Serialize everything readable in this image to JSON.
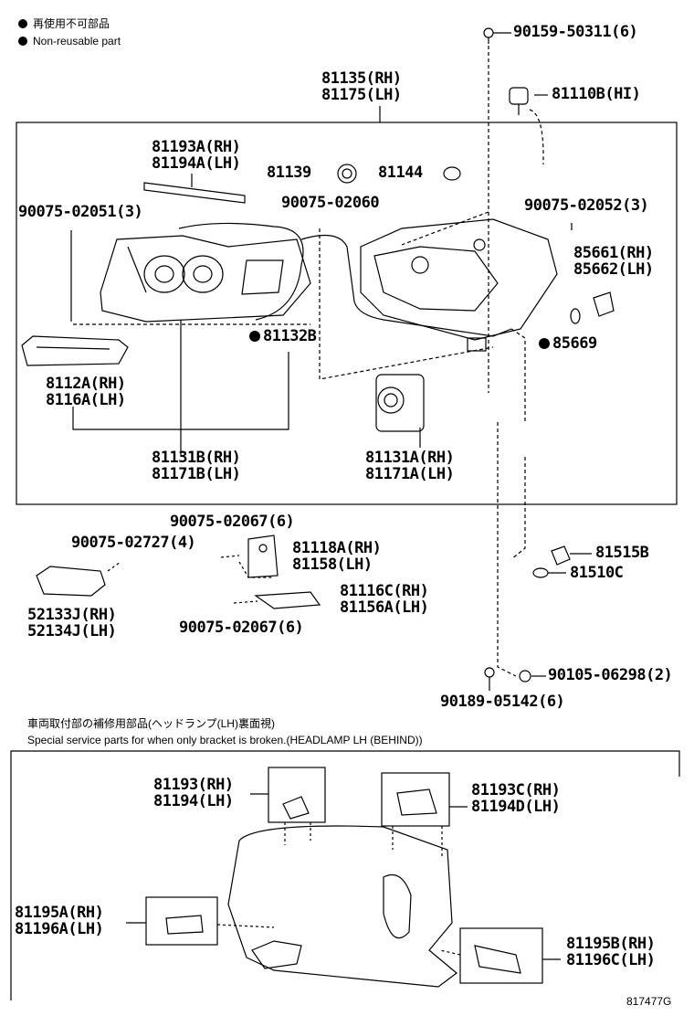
{
  "legend": {
    "ja": "再使用不可部品",
    "en": "Non-reusable part"
  },
  "parts": {
    "p90159": "90159-50311(6)",
    "p81110B": "81110B(HI)",
    "p81135": "81135(RH)",
    "p81175": "81175(LH)",
    "p81193A": "81193A(RH)",
    "p81194A": "81194A(LH)",
    "p81139": "81139",
    "p81144": "81144",
    "p90075_02060": "90075-02060",
    "p90075_02051": "90075-02051(3)",
    "p90075_02052": "90075-02052(3)",
    "p85661": "85661(RH)",
    "p85662": "85662(LH)",
    "p81132B": "81132B",
    "p85669": "85669",
    "p8112A": "8112A(RH)",
    "p8116A": "8116A(LH)",
    "p81131B": "81131B(RH)",
    "p81171B": "81171B(LH)",
    "p81131A": "81131A(RH)",
    "p81171A": "81171A(LH)",
    "p90075_02067a": "90075-02067(6)",
    "p90075_02727": "90075-02727(4)",
    "p81118A": "81118A(RH)",
    "p81158": "81158(LH)",
    "p81515B": "81515B",
    "p81510C": "81510C",
    "p81116C": "81116C(RH)",
    "p81156A": "81156A(LH)",
    "p52133J": "52133J(RH)",
    "p52134J": "52134J(LH)",
    "p90075_02067b": "90075-02067(6)",
    "p90189": "90189-05142(6)",
    "p90105": "90105-06298(2)",
    "p81193": "81193(RH)",
    "p81194": "81194(LH)",
    "p81193C": "81193C(RH)",
    "p81194D": "81194D(LH)",
    "p81195A": "81195A(RH)",
    "p81196A": "81196A(LH)",
    "p81195B": "81195B(RH)",
    "p81196C": "81196C(LH)"
  },
  "notes": {
    "service_ja": "車両取付部の補修用部品(ヘッドランプ(LH)裏面視)",
    "service_en": "Special service parts for when only bracket is broken.(HEADLAMP LH (BEHIND))"
  },
  "diagram_id": "817477G"
}
